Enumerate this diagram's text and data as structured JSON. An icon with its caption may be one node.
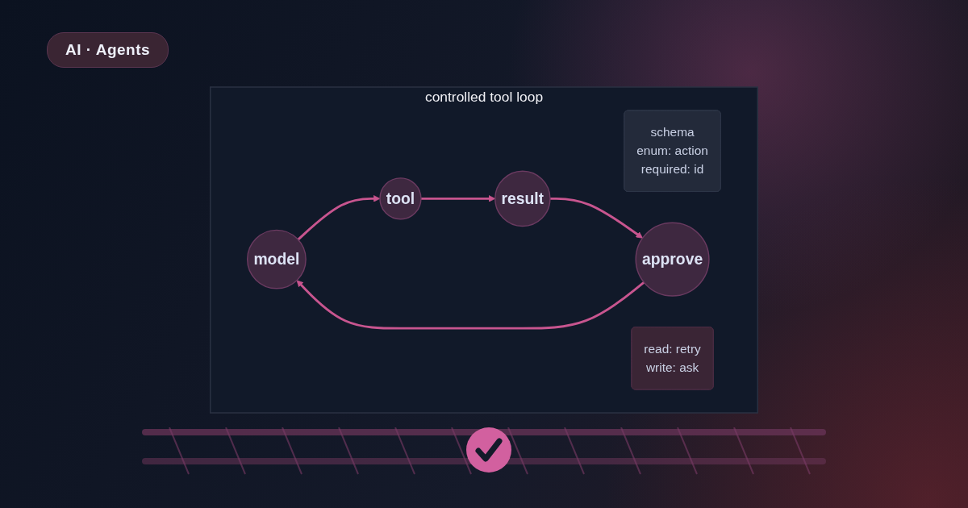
{
  "diagram": {
    "title": "AI · Agents",
    "nodes": [
      {
        "text": [
          "controlled tool loop"
        ]
      },
      {
        "text": [
          "schema",
          "enum: action",
          "required: id"
        ],
        "in": 0
      },
      {
        "text": [
          "model"
        ],
        "in": 0
      },
      {
        "text": [
          "tool"
        ],
        "in": 0
      },
      {
        "text": [
          "result"
        ],
        "in": 0
      },
      {
        "text": [
          "approve"
        ],
        "in": 0
      },
      {
        "text": [
          "read: retry",
          "write: ask"
        ],
        "in": 0
      }
    ],
    "edges": [
      {
        "from": 2,
        "to": 3,
        "arrow": "to"
      },
      {
        "from": 3,
        "to": 4,
        "arrow": "to"
      },
      {
        "from": 4,
        "to": 5,
        "arrow": "to"
      },
      {
        "from": 5,
        "to": 2,
        "arrow": "to"
      }
    ]
  }
}
